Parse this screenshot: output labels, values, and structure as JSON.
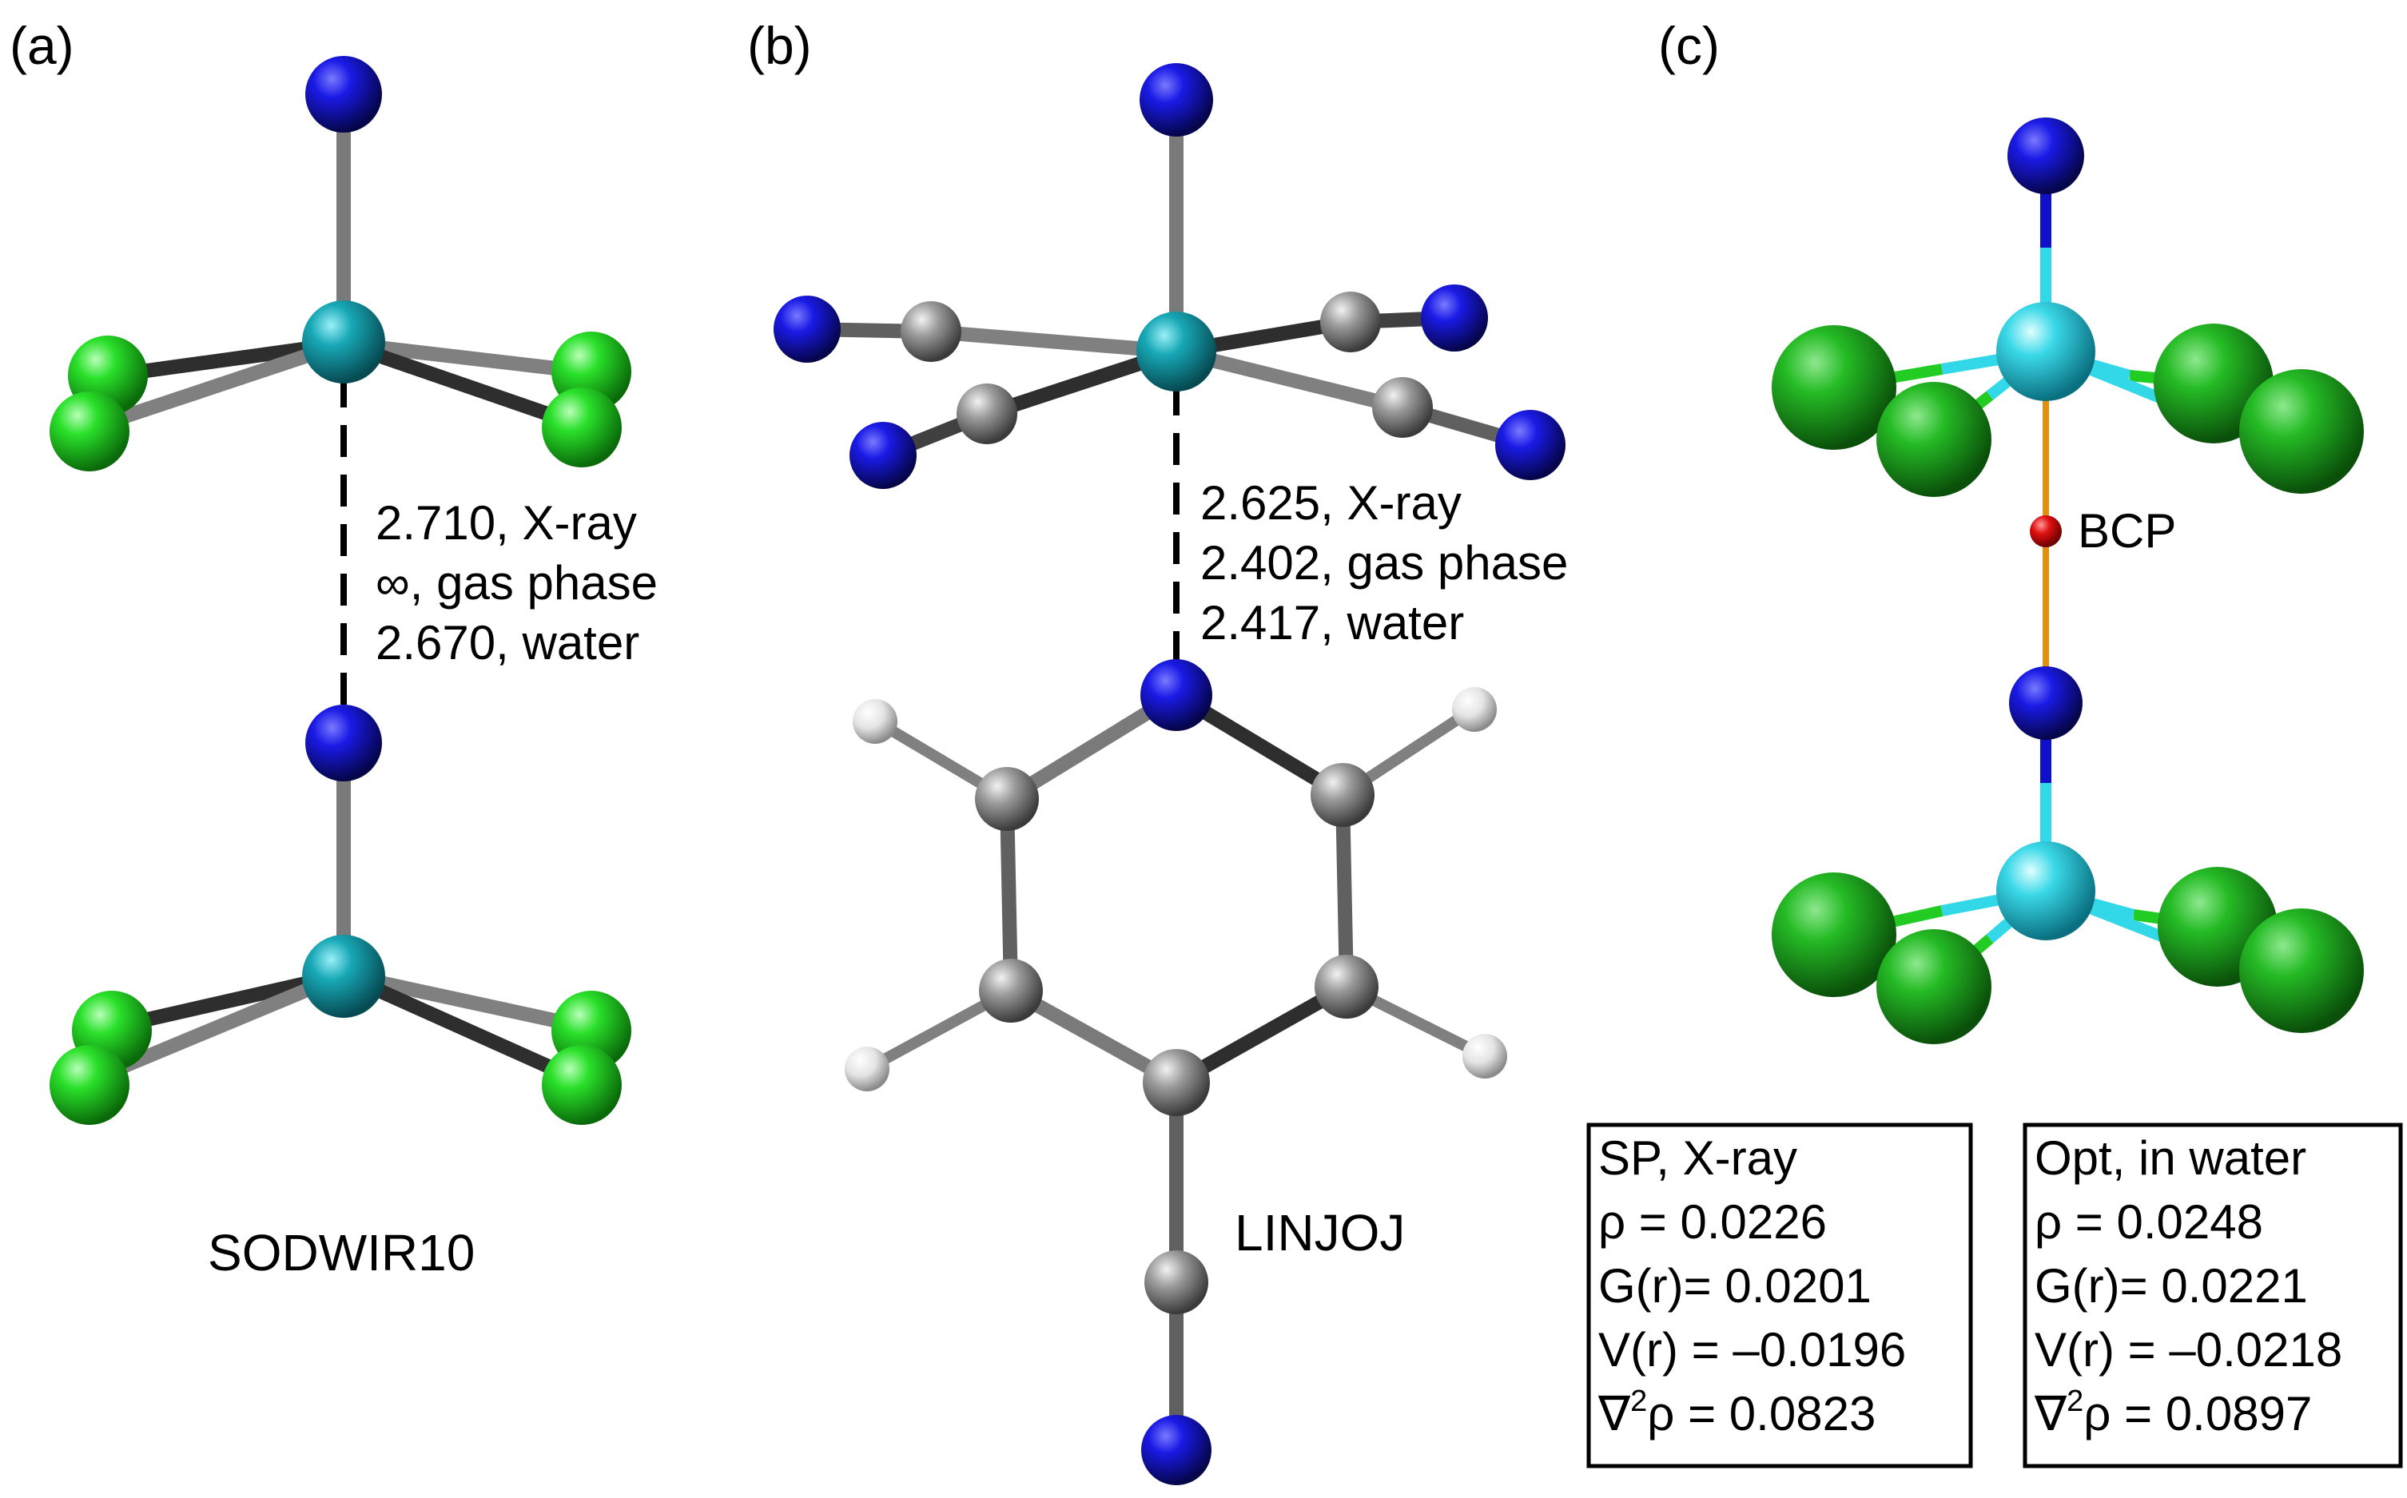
{
  "panels": {
    "a": {
      "label": "(a)",
      "distance_lines": [
        "2.710, X-ray",
        "∞, gas phase",
        "2.670, water"
      ],
      "name": "SODWIR10"
    },
    "b": {
      "label": "(b)",
      "distance_lines": [
        "2.625, X-ray",
        "2.402, gas phase",
        "2.417, water"
      ],
      "name": "LINJOJ"
    },
    "c": {
      "label": "(c)",
      "bcp_label": "BCP",
      "boxes": [
        {
          "title": "SP, X-ray",
          "rho": "ρ = 0.0226",
          "G": "G(r)= 0.0201",
          "V": "V(r) = –0.0196",
          "lap_value": " = 0.0823"
        },
        {
          "title": "Opt, in water",
          "rho": "ρ = 0.0248",
          "G": "G(r)= 0.0221",
          "V": "V(r) = –0.0218",
          "lap_value": " = 0.0897"
        }
      ]
    }
  },
  "laplacian_symbol": "∇",
  "laplacian_exponent": "2",
  "laplacian_rho": "ρ",
  "colors": {
    "nitrogen": "#1010c8",
    "chlorine": "#22dd22",
    "metal_teal": "#19a7b4",
    "metal_cyan": "#33d8e8",
    "carbon": "#8c8c8c",
    "hydrogen": "#e6e6e6",
    "bcp": "#e01010",
    "bond_path": "#e09010"
  }
}
